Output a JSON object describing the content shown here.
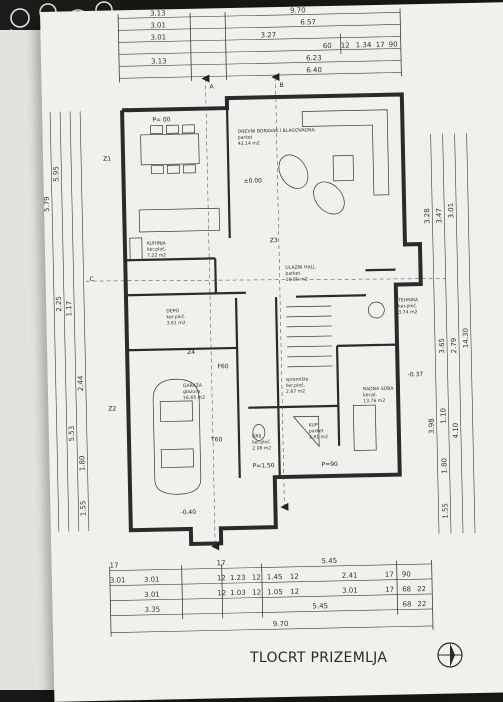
{
  "title": "TLOCRT PRIZEMLJA",
  "top_dimensions": [
    "3.13",
    "9.70",
    "3.01",
    "6.57",
    "3.01",
    "3.27",
    "60",
    "12",
    "1.34",
    "17",
    "90",
    "3.13",
    "6.23",
    "6.40"
  ],
  "bottom_dimensions": {
    "row1": [
      "17",
      "17",
      "5.45"
    ],
    "row2": [
      "3.01",
      "12",
      "1.23",
      "12",
      "1.45",
      "12",
      "2.41",
      "17",
      "90"
    ],
    "row3": [
      "3.01",
      "12",
      "1.03",
      "12",
      "1.05",
      "12",
      "3.01",
      "17",
      "68",
      "22"
    ],
    "row4": [
      "3.35",
      "5.45",
      "68",
      "22"
    ],
    "row5": [
      "9.70"
    ]
  },
  "side_dimensions": {
    "left": [
      "5.79",
      "5.95",
      "5.53",
      "2.44",
      "1.80",
      "1.55",
      "1.17",
      "2.25"
    ],
    "right": [
      "3.28",
      "3.47",
      "3.01",
      "3.65",
      "2.79",
      "3.98",
      "1.10",
      "1.80",
      "1.55",
      "4.10",
      "14.30"
    ]
  },
  "rooms": [
    {
      "name": "DNEVNI BORAVAK I BLAGOVAONA",
      "floor": "parket",
      "area": "42.14 m2"
    },
    {
      "name": "KUHINJA",
      "floor": "ker.ploč.",
      "area": "7.22 m2"
    },
    {
      "name": "ULAZNI HALL",
      "floor": "parket",
      "area": "10.60 m2"
    },
    {
      "name": "DEPO",
      "floor": "ker.ploč.",
      "area": "3.61 m2"
    },
    {
      "name": "TEHNIKA",
      "floor": "ker.ploč.",
      "area": "3.74 m2"
    },
    {
      "name": "GARAŽA",
      "floor": "glazura",
      "area": "16.65 m2"
    },
    {
      "name": "spremište",
      "floor": "ker.ploč.",
      "area": "2.67 m2"
    },
    {
      "name": "RADNA SOBA",
      "floor": "ker.pl.",
      "area": "13.76 m2"
    },
    {
      "name": "GRIJ",
      "floor": "ker.ploč.",
      "area": "2.08 m2"
    },
    {
      "name": "KUP",
      "floor": "parket",
      "area": "2.81 m2"
    }
  ],
  "tags": [
    "Z1",
    "Z2",
    "Z3",
    "Z4",
    "F60",
    "T60",
    "A",
    "B",
    "C",
    "P=90",
    "P=1.50",
    "P= 00",
    "±0.00",
    "-0.37",
    "-0.40"
  ],
  "colors": {
    "ink": "#2b2b2b",
    "paper": "#f1f0ec",
    "background": "#1a1816"
  }
}
